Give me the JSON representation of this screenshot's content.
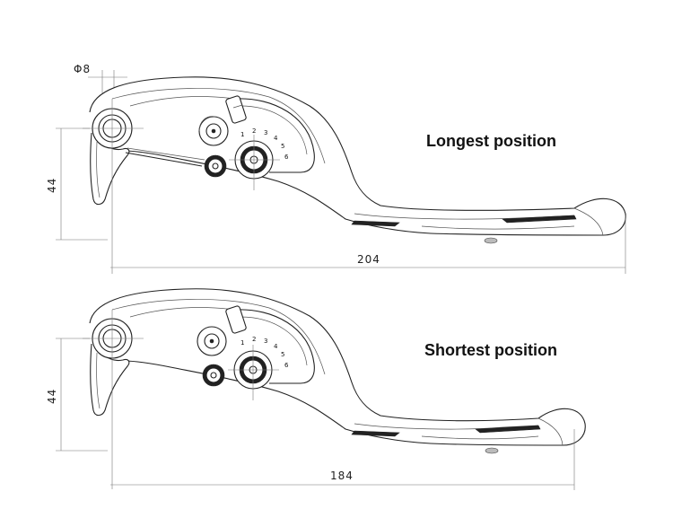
{
  "diameter_label": "Φ8",
  "levers": [
    {
      "id": "longest",
      "label": "Longest position",
      "height_label": "44",
      "length_label": "204",
      "adjuster_numbers": [
        "1",
        "2",
        "3",
        "4",
        "5",
        "6"
      ]
    },
    {
      "id": "shortest",
      "label": "Shortest position",
      "height_label": "44",
      "length_label": "184",
      "adjuster_numbers": [
        "1",
        "2",
        "3",
        "4",
        "5",
        "6"
      ]
    }
  ]
}
